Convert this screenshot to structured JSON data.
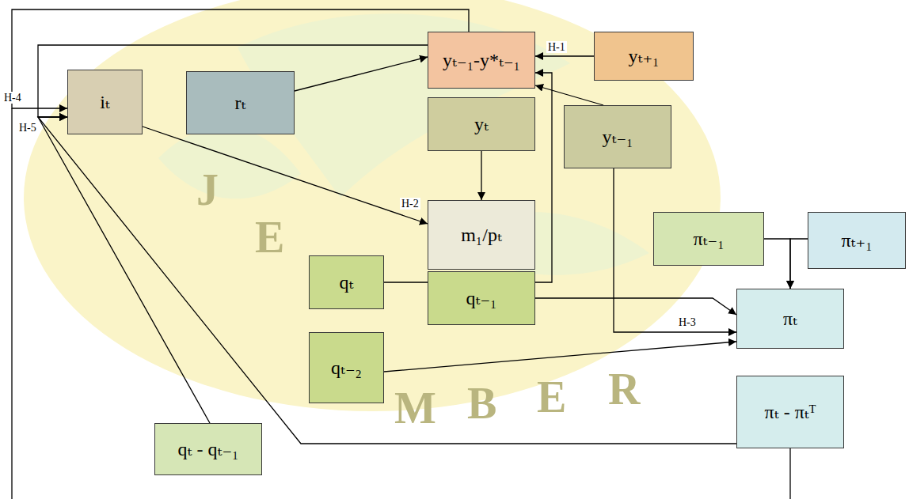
{
  "diagram": {
    "nodes": [
      {
        "text": [
          "yₜ₋₁-y*ₜ₋₁"
        ]
      },
      {
        "text": [
          "yₜ₊₁"
        ]
      },
      {
        "text": [
          "iₜ"
        ]
      },
      {
        "text": [
          "rₜ"
        ]
      },
      {
        "text": [
          "yₜ"
        ]
      },
      {
        "text": [
          "yₜ₋₁"
        ]
      },
      {
        "text": [
          "m₁/pₜ"
        ]
      },
      {
        "text": [
          "πₜ₋₁"
        ]
      },
      {
        "text": [
          "πₜ₊₁"
        ]
      },
      {
        "text": [
          "qₜ"
        ]
      },
      {
        "text": [
          "qₜ₋₁"
        ]
      },
      {
        "text": [
          "πₜ"
        ]
      },
      {
        "text": [
          "qₜ₋₂"
        ]
      },
      {
        "text": [
          "πₜ - πₜᵀ"
        ]
      },
      {
        "text": [
          "qₜ - qₜ₋₁"
        ]
      }
    ],
    "edges": [
      {
        "from": 1,
        "to": 0,
        "arrow": "to",
        "label": "H-1"
      },
      {
        "from": 3,
        "to": 0,
        "arrow": "to"
      },
      {
        "from": 5,
        "to": 0,
        "arrow": "to"
      },
      {
        "from": 4,
        "to": 6,
        "arrow": "to"
      },
      {
        "from": 2,
        "to": 6,
        "arrow": "to",
        "label": "H-2"
      },
      {
        "from": 9,
        "to": 0,
        "arrow": "to"
      },
      {
        "from": 5,
        "to": 11,
        "arrow": "to",
        "label": "H-3"
      },
      {
        "from": 10,
        "to": 11,
        "arrow": "to"
      },
      {
        "from": 12,
        "to": 11,
        "arrow": "to"
      },
      {
        "from": 7,
        "to": 11,
        "arrow": "to"
      },
      {
        "from": 8,
        "to": 11,
        "arrow": "to"
      },
      {
        "from": 0,
        "to": 2,
        "arrow": "to",
        "label": "H-4"
      },
      {
        "from": 0,
        "to": 2,
        "arrow": "to"
      },
      {
        "from": 14,
        "to": 2,
        "arrow": "to"
      },
      {
        "from": 13,
        "to": 2,
        "arrow": "to"
      }
    ],
    "labels": [
      "H-5",
      "J",
      "E",
      "M",
      "B",
      "E",
      "R"
    ]
  }
}
